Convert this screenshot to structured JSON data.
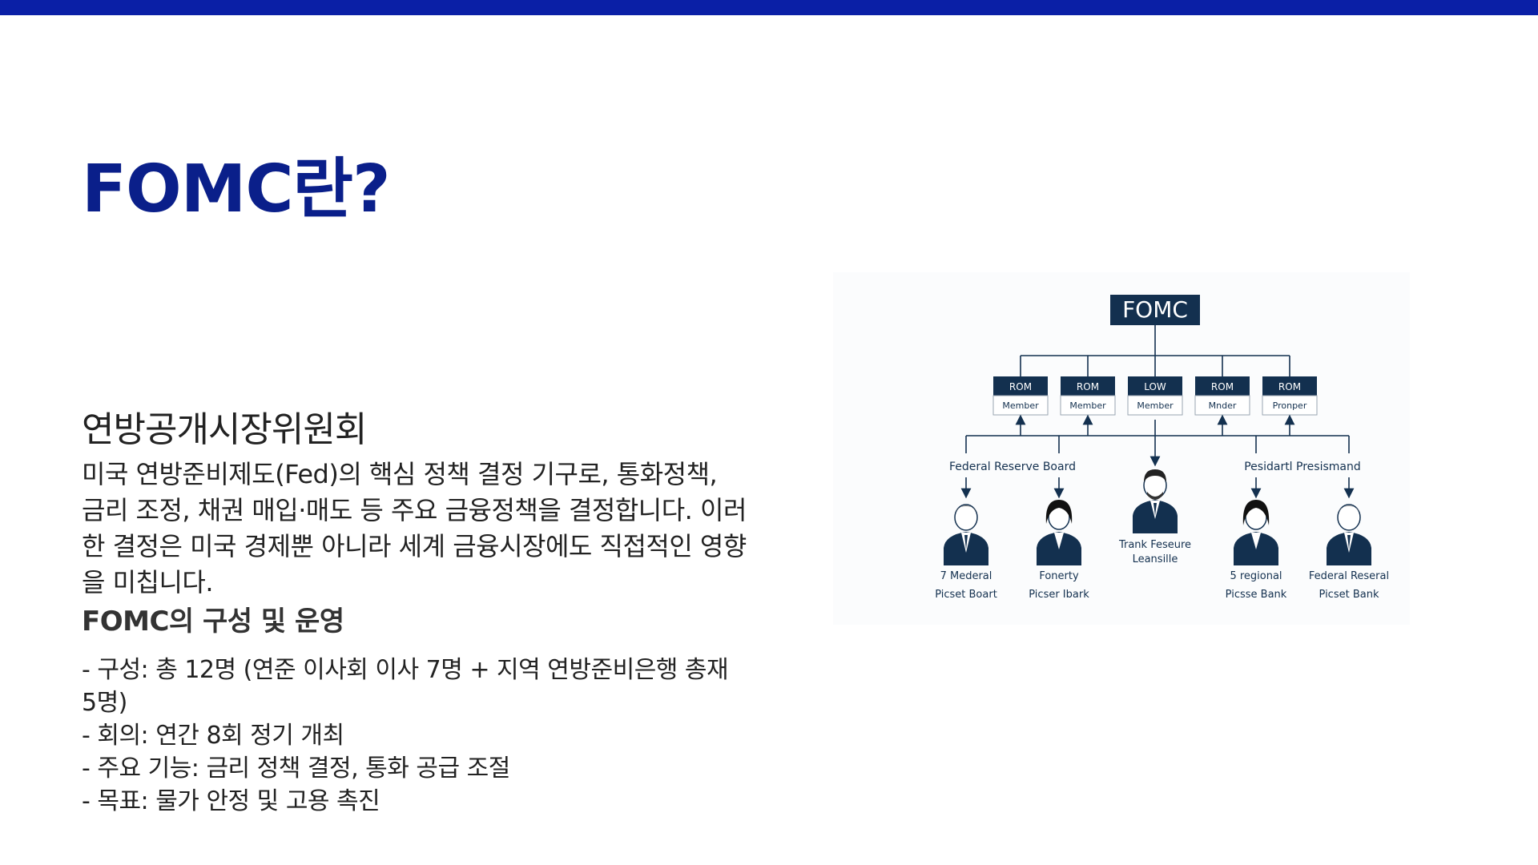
{
  "slide": {
    "title": "FOMC란?",
    "subtitle": "연방공개시장위원회",
    "description": "미국 연방준비제도(Fed)의 핵심 정책 결정 기구로, 통화정책, 금리 조정, 채권 매입·매도 등 주요 금융정책을 결정합니다. 이러한 결정은 미국 경제뿐 아니라 세계 금융시장에도 직접적인 영향을 미칩니다.",
    "section_heading": "FOMC의 구성 및 운영",
    "info_items": [
      "- 구성: 총 12명 (연준 이사회 이사 7명 + 지역 연방준비은행 총재 5명)",
      "- 회의: 연간 8회 정기 개최",
      "- 주요 기능: 금리 정책 결정, 통화 공급 조절",
      "- 목표: 물가 안정 및 고용 촉진"
    ]
  },
  "diagram": {
    "root_label": "FOMC",
    "boxes": [
      {
        "top": "ROM",
        "bottom": "Member"
      },
      {
        "top": "ROM",
        "bottom": "Member"
      },
      {
        "top": "LOW",
        "bottom": "Member"
      },
      {
        "top": "ROM",
        "bottom": "Mnder"
      },
      {
        "top": "ROM",
        "bottom": "Pronper"
      }
    ],
    "group_left": "Federal Reserve Board",
    "group_right": "Pesidartl Presismand",
    "people": [
      {
        "line1": "7 Mederal",
        "line2": "Picset Boart"
      },
      {
        "line1": "Fonerty",
        "line2": "Picser Ibark"
      },
      {
        "line1": "Trank Feseure",
        "line2": "Leansille"
      },
      {
        "line1": "5 regional",
        "line2": "Picsse Bank"
      },
      {
        "line1": "Federal Reseral",
        "line2": "Picset Bank"
      }
    ],
    "colors": {
      "navy": "#13304f",
      "title": "#0a1f8a",
      "accent_bar": "#0a1fa6"
    }
  }
}
